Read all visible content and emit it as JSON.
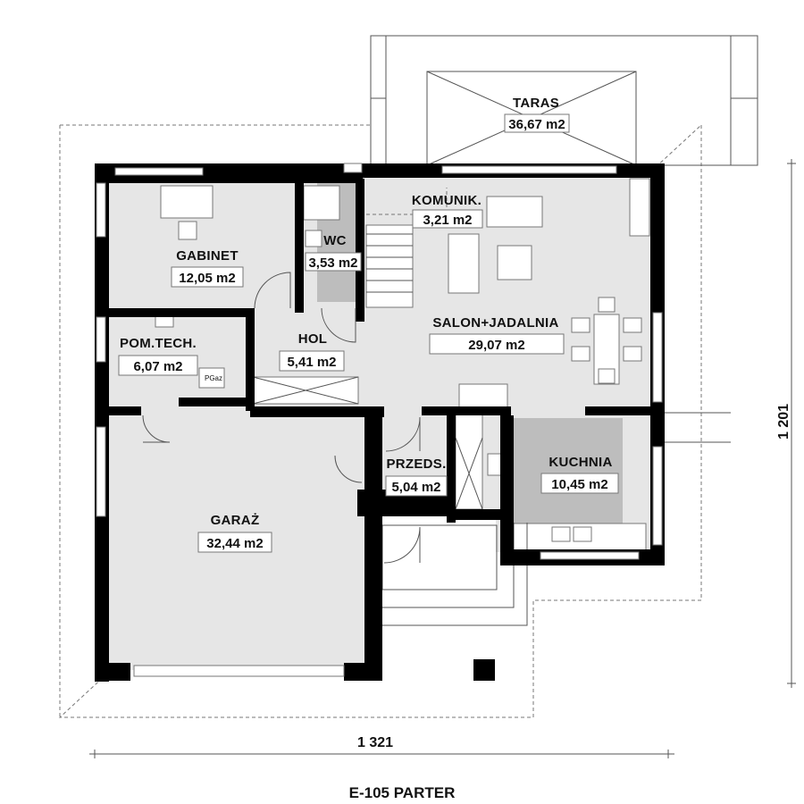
{
  "rooms": {
    "taras": {
      "name": "TARAS",
      "area": "36,67 m2"
    },
    "komunik": {
      "name": "KOMUNIK.",
      "area": "3,21 m2"
    },
    "wc": {
      "name": "WC",
      "area": "3,53 m2"
    },
    "gabinet": {
      "name": "GABINET",
      "area": "12,05 m2"
    },
    "salon": {
      "name": "SALON+JADALNIA",
      "area": "29,07 m2"
    },
    "pomtech": {
      "name": "POM.TECH.",
      "area": "6,07 m2"
    },
    "hol": {
      "name": "HOL",
      "area": "5,41 m2"
    },
    "przeds": {
      "name": "PRZEDS.",
      "area": "5,04 m2"
    },
    "kuchnia": {
      "name": "KUCHNIA",
      "area": "10,45 m2"
    },
    "garaz": {
      "name": "GARAŻ",
      "area": "32,44 m2"
    }
  },
  "labels": {
    "pgaz": "PGaz"
  },
  "dimensions": {
    "width": "1 321",
    "height": "1 201"
  },
  "caption": "E-105 PARTER",
  "colors": {
    "wall": "#000000",
    "room_fill": "#e6e6e6",
    "dark_fill": "#bdbdbd",
    "outline": "#777777"
  }
}
